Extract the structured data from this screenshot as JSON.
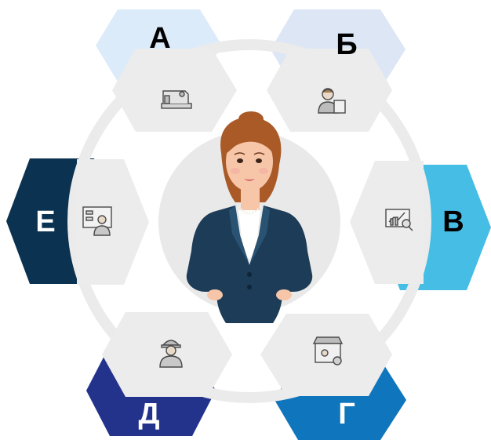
{
  "segments": [
    {
      "letter": "А",
      "color": "#dcebfa",
      "letter_color": "#000000",
      "icon": "sewing-machine-icon"
    },
    {
      "letter": "Б",
      "color": "#dce6f5",
      "letter_color": "#000000",
      "icon": "teacher-icon"
    },
    {
      "letter": "В",
      "color": "#45bde4",
      "letter_color": "#000000",
      "icon": "analytics-presentation-icon"
    },
    {
      "letter": "Г",
      "color": "#0f76bd",
      "letter_color": "#ffffff",
      "icon": "shop-settings-icon"
    },
    {
      "letter": "Д",
      "color": "#23338c",
      "letter_color": "#ffffff",
      "icon": "construction-worker-icon"
    },
    {
      "letter": "Е",
      "color": "#0b3251",
      "letter_color": "#ffffff",
      "icon": "engineer-blueprint-icon"
    }
  ],
  "colors": {
    "ring": "#ebebeb",
    "inner_hex": "#ececec",
    "center_circle": "#e9e9e9",
    "suit": "#1d3c57",
    "skin": "#f7c6a9",
    "hair": "#a95a26"
  },
  "center": {
    "figure": "businesswoman-avatar"
  }
}
